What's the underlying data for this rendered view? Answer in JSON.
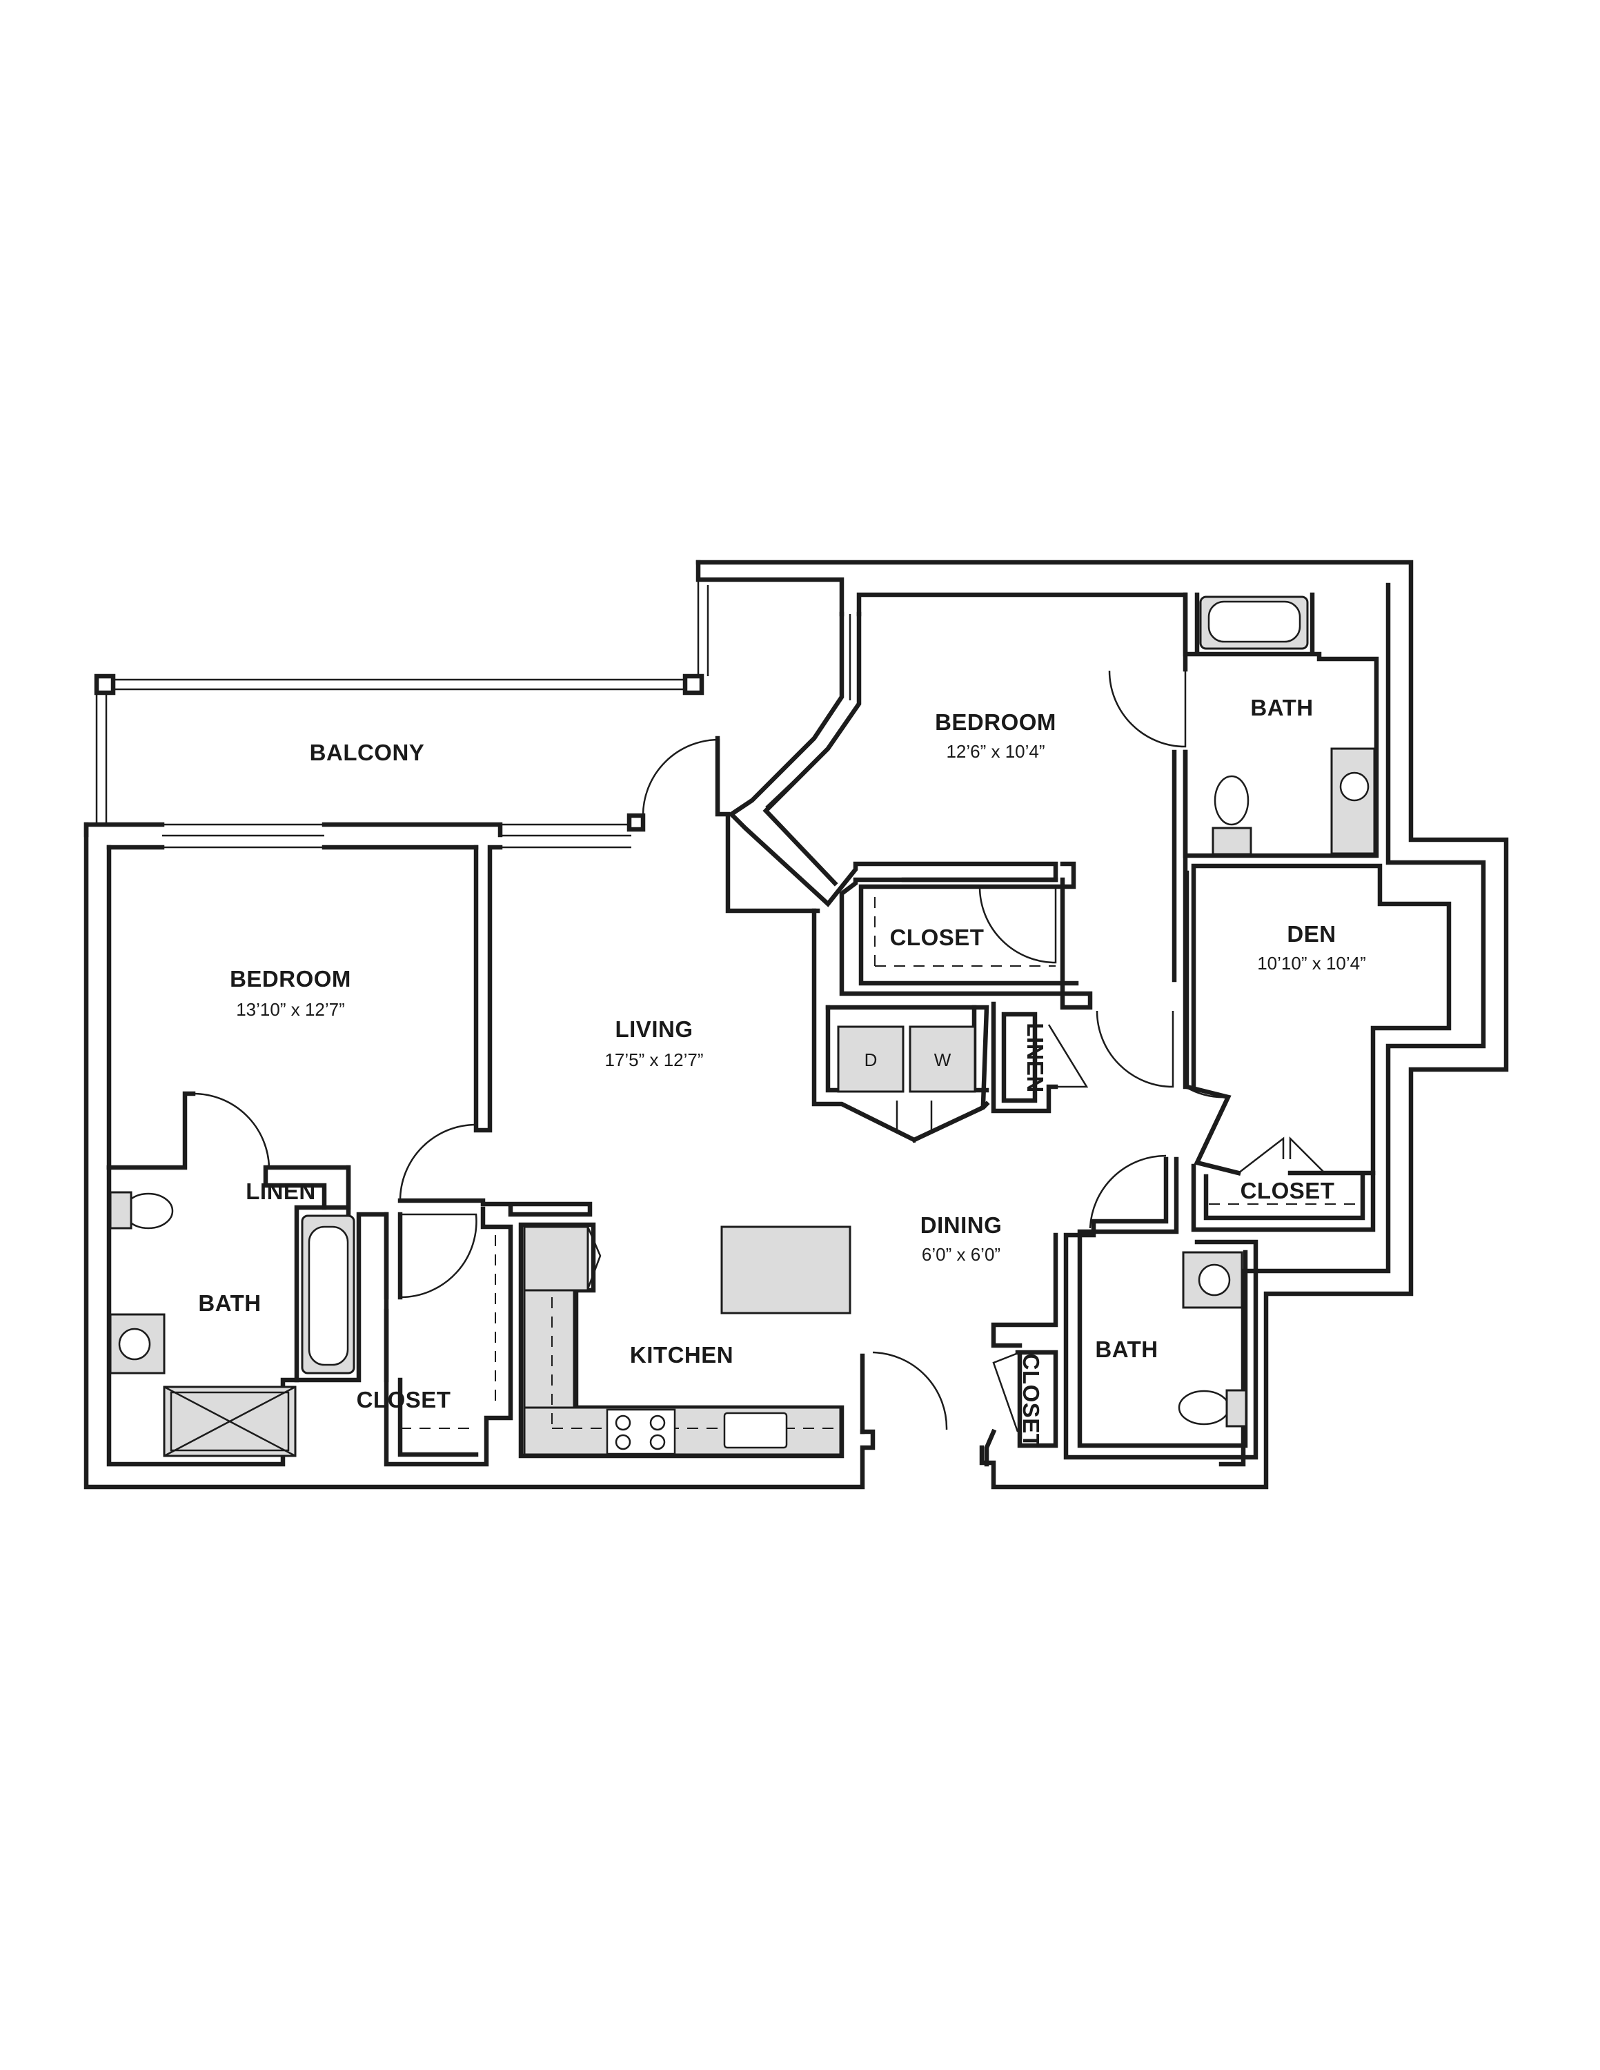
{
  "rooms": {
    "balcony": {
      "label": "BALCONY"
    },
    "bedroom_left": {
      "label": "BEDROOM",
      "dims": "13’10” x 12’7”"
    },
    "living": {
      "label": "LIVING",
      "dims": "17’5” x 12’7”"
    },
    "bedroom_top": {
      "label": "BEDROOM",
      "dims": "12’6” x 10’4”"
    },
    "bath_top": {
      "label": "BATH"
    },
    "den": {
      "label": "DEN",
      "dims": "10’10” x 10’4”"
    },
    "closet_mid": {
      "label": "CLOSET"
    },
    "linen_mid": {
      "label": "LINEN"
    },
    "linen_left": {
      "label": "LINEN"
    },
    "bath_left": {
      "label": "BATH"
    },
    "closet_left": {
      "label": "CLOSET"
    },
    "kitchen": {
      "label": "KITCHEN"
    },
    "dining": {
      "label": "DINING",
      "dims": "6’0” x 6’0”"
    },
    "closet_den": {
      "label": "CLOSET"
    },
    "bath_right": {
      "label": "BATH"
    },
    "closet_small": {
      "label": "CLOSET"
    }
  },
  "appliances": {
    "dryer": "D",
    "washer": "W"
  },
  "colors": {
    "wall": "#1c1c1c",
    "fixture": "#dcdcdc",
    "background": "#ffffff"
  }
}
